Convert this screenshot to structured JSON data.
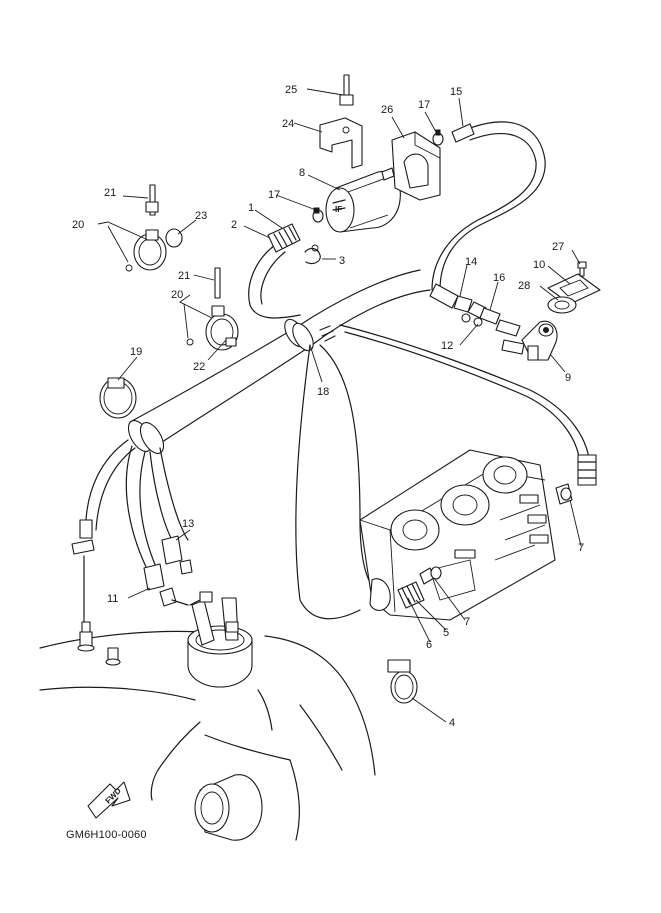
{
  "diagram_code": "GM6H100-0060",
  "fwd_label": "FWD",
  "callouts": {
    "c1": "1",
    "c2": "2",
    "c3": "3",
    "c4": "4",
    "c5": "5",
    "c6": "6",
    "c7a": "7",
    "c7b": "7",
    "c8": "8",
    "c9": "9",
    "c10": "10",
    "c11": "11",
    "c12": "12",
    "c13": "13",
    "c14": "14",
    "c15": "15",
    "c16": "16",
    "c17a": "17",
    "c17b": "17",
    "c18": "18",
    "c19": "19",
    "c20a": "20",
    "c20b": "20",
    "c21a": "21",
    "c21b": "21",
    "c22": "22",
    "c23": "23",
    "c24": "24",
    "c25": "25",
    "c26": "26",
    "c27": "27",
    "c28": "28"
  }
}
